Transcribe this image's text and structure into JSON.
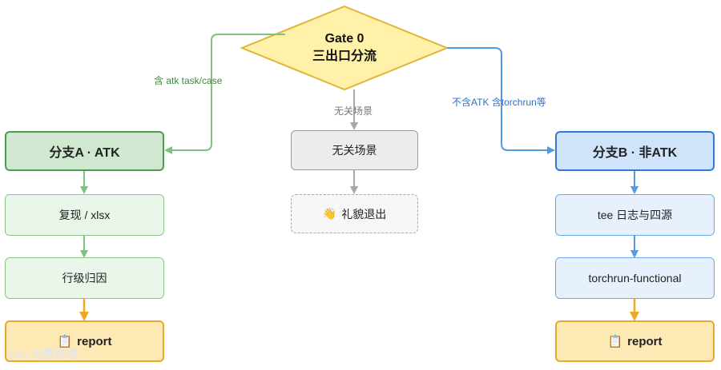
{
  "gate": {
    "line1": "Gate 0",
    "line2": "三出口分流"
  },
  "edges": {
    "left_label": "含 atk task/case",
    "mid_label": "无关场景",
    "right_label": "不含ATK 含torchrun等"
  },
  "branch_a": {
    "title": "分支A · ATK",
    "step1": "复现 / xlsx",
    "step2": "行级归因",
    "report": "report",
    "report_icon": "📋"
  },
  "branch_mid": {
    "title": "无关场景",
    "exit": "礼貌退出",
    "exit_icon": "👋"
  },
  "branch_b": {
    "title": "分支B · 非ATK",
    "step1": "tee 日志与四源",
    "step2": "torchrun-functional",
    "report": "report",
    "report_icon": "📋"
  },
  "watermark": {
    "logo": "(%)",
    "text": "大数跨境"
  },
  "colors": {
    "green_arrow": "#7ec27e",
    "blue_arrow": "#4f9be3",
    "gray_arrow": "#a8a8a8",
    "orange_arrow": "#f0a91e",
    "diamond_fill": "#fff2a8",
    "diamond_stroke": "#e0b53a"
  }
}
